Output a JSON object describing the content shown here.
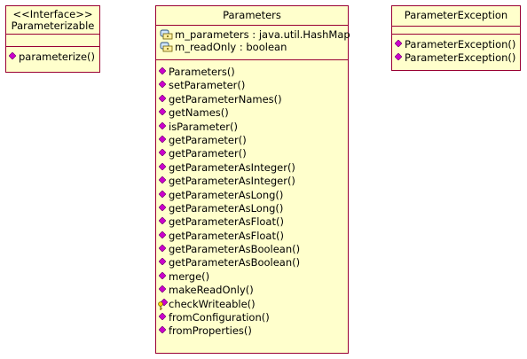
{
  "classes": {
    "parameterizable": {
      "stereotype": "<<Interface>>",
      "name": "Parameterizable",
      "operations": [
        "parameterize()"
      ]
    },
    "parameters": {
      "name": "Parameters",
      "attributes": [
        "m_parameters : java.util.HashMap",
        "m_readOnly : boolean"
      ],
      "operations": [
        "Parameters()",
        "setParameter()",
        "getParameterNames()",
        "getNames()",
        "isParameter()",
        "getParameter()",
        "getParameter()",
        "getParameterAsInteger()",
        "getParameterAsInteger()",
        "getParameterAsLong()",
        "getParameterAsLong()",
        "getParameterAsFloat()",
        "getParameterAsFloat()",
        "getParameterAsBoolean()",
        "getParameterAsBoolean()",
        "merge()",
        "makeReadOnly()",
        "checkWriteable()",
        "fromConfiguration()",
        "fromProperties()"
      ]
    },
    "parameterException": {
      "name": "ParameterException",
      "operations": [
        "ParameterException()",
        "ParameterException()"
      ]
    }
  },
  "icons": {
    "public_operation": "magenta-diamond-icon",
    "private_attribute": "lock-icon",
    "protected_operation": "key-icon"
  },
  "colors": {
    "class_fill": "#ffffcc",
    "class_border": "#990033",
    "operation_icon": "#cc00cc"
  }
}
